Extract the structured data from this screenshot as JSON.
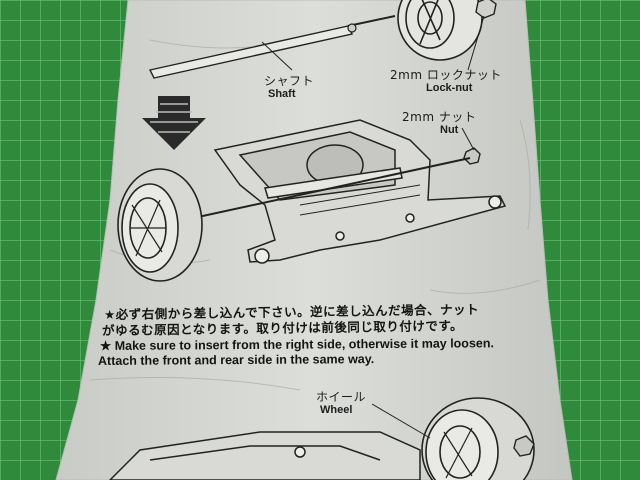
{
  "image": {
    "description": "Photo of a creased paper model-kit instruction sheet lying on a green cutting mat",
    "colors": {
      "mat": "#2f8a3c",
      "mat_grid": "#7ccf86",
      "paper": "#d6d8d2",
      "ink": "#1c1c1c"
    }
  },
  "labels": {
    "shaft_jp": "シャフト",
    "shaft_en": "Shaft",
    "locknut_jp": "2mm ロックナット",
    "locknut_en": "Lock-nut",
    "nut_jp": "2mm ナット",
    "nut_en": "Nut",
    "wheel_jp": "ホイール",
    "wheel_en": "Wheel"
  },
  "notes": {
    "jp_line1": "★必ず右側から差し込んで下さい。逆に差し込んだ場合、ナット",
    "jp_line2": "がゆるむ原因となります。取り付けは前後同じ取り付けです。",
    "en_line1": "★ Make sure to insert from the right side, otherwise it may loosen.",
    "en_line2": "Attach the front and rear side in the same way."
  }
}
